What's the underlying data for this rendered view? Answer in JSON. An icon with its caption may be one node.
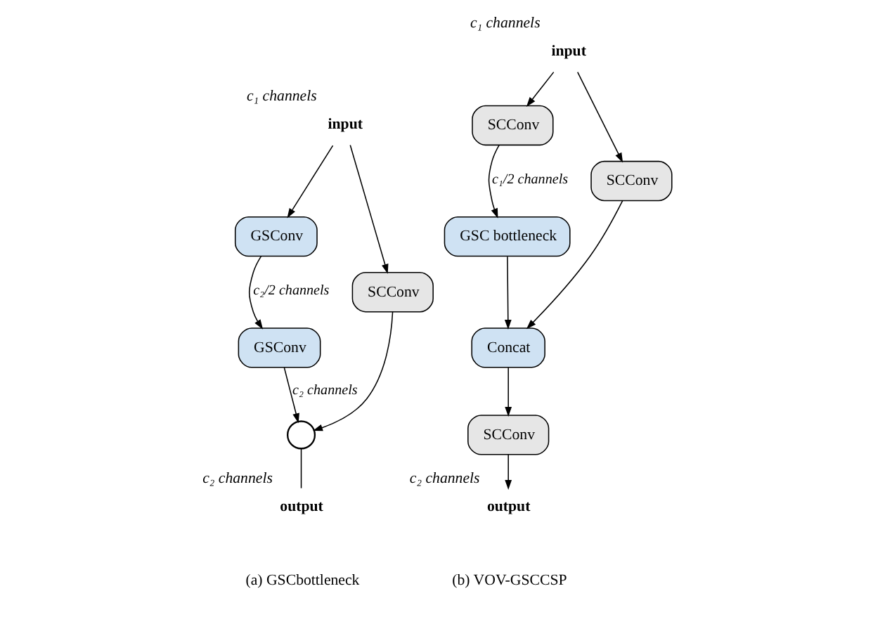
{
  "diagram": {
    "nodes": [
      {
        "text": [
          "input"
        ],
        "beside": [
          "c₁ channels"
        ]
      },
      {
        "text": [
          "GSConv"
        ]
      },
      {
        "text": [
          "GSConv"
        ]
      },
      {
        "text": [
          "SCConv"
        ]
      },
      {
        "text": [],
        "shape": "circle"
      },
      {
        "text": [
          "output"
        ],
        "beside": [
          "c₂ channels"
        ]
      },
      {
        "text": [
          "input"
        ],
        "beside": [
          "c₁ channels"
        ]
      },
      {
        "text": [
          "SCConv"
        ]
      },
      {
        "text": [
          "GSC bottleneck"
        ]
      },
      {
        "text": [
          "SCConv"
        ]
      },
      {
        "text": [
          "Concat"
        ]
      },
      {
        "text": [
          "SCConv"
        ]
      },
      {
        "text": [
          "output"
        ],
        "beside": [
          "c₂ channels"
        ]
      }
    ],
    "edges": [
      {
        "from": 0,
        "to": 1,
        "arrow": "to"
      },
      {
        "from": 0,
        "to": 3,
        "arrow": "to"
      },
      {
        "from": 1,
        "to": 2,
        "arrow": "to",
        "label": "c₂/2 channels"
      },
      {
        "from": 2,
        "to": 4,
        "arrow": "to",
        "label": "c₂ channels"
      },
      {
        "from": 3,
        "to": 4,
        "arrow": "to"
      },
      {
        "from": 4,
        "to": 5,
        "arrow": "none"
      },
      {
        "from": 6,
        "to": 7,
        "arrow": "to"
      },
      {
        "from": 6,
        "to": 9,
        "arrow": "to"
      },
      {
        "from": 7,
        "to": 8,
        "arrow": "to",
        "label": "c₁/2 channels"
      },
      {
        "from": 8,
        "to": 10,
        "arrow": "to"
      },
      {
        "from": 9,
        "to": 10,
        "arrow": "to"
      },
      {
        "from": 10,
        "to": 11,
        "arrow": "to"
      },
      {
        "from": 11,
        "to": 12,
        "arrow": "to"
      }
    ],
    "labels": [
      "(a) GSCbottleneck",
      "(b) VOV-GSCCSP"
    ]
  }
}
